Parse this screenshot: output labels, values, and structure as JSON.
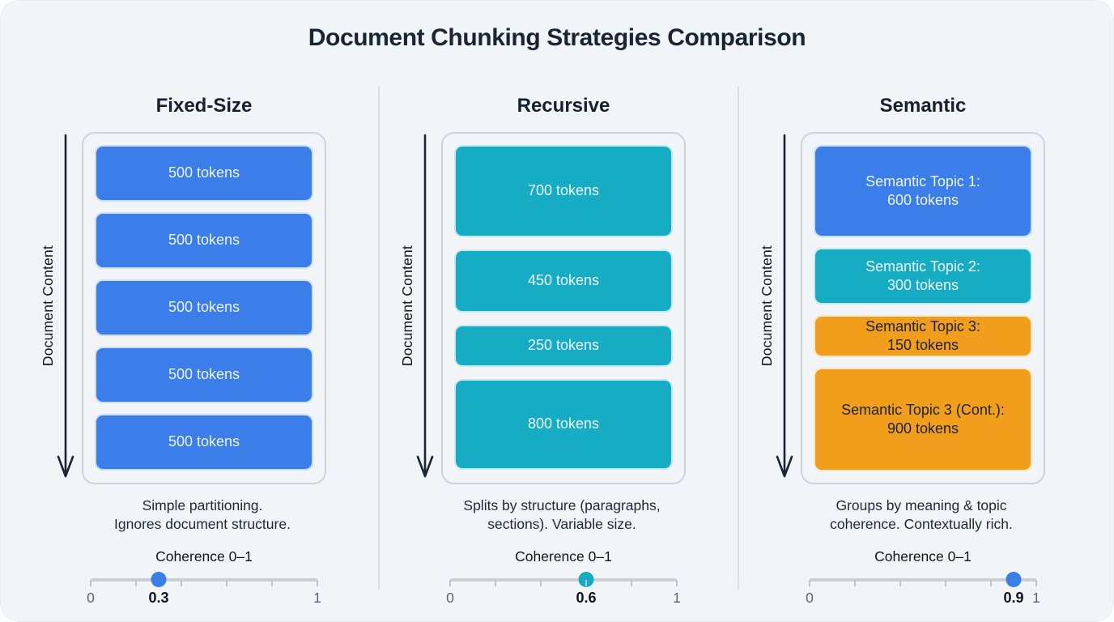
{
  "title": "Document Chunking Strategies Comparison",
  "flow_label": "Document Content",
  "colors": {
    "blue": "#3b7de9",
    "teal": "#16adc4",
    "orange": "#f09e1b",
    "panel_bg": "#f2f5f7",
    "title_color": "#1b2433",
    "arrow": "#1a2432",
    "divider": "#d9dee3",
    "track": "#c9d1d8"
  },
  "slider_ticks": [
    0,
    0.2,
    0.4,
    0.6,
    0.8,
    1
  ],
  "columns": [
    {
      "id": "fixed-size",
      "heading": "Fixed-Size",
      "gap": 13,
      "chunks": [
        {
          "label": "500 tokens",
          "color": "blue",
          "text": "light",
          "height": 70
        },
        {
          "label": "500 tokens",
          "color": "blue",
          "text": "light",
          "height": 70
        },
        {
          "label": "500 tokens",
          "color": "blue",
          "text": "light",
          "height": 70
        },
        {
          "label": "500 tokens",
          "color": "blue",
          "text": "light",
          "height": 70
        },
        {
          "label": "500 tokens",
          "color": "blue",
          "text": "light",
          "height": 70
        }
      ],
      "description": "Simple partitioning.\nIgnores document structure.",
      "slider": {
        "label": "Coherence 0–1",
        "min_label": "0",
        "max_label": "1",
        "value": 0.3,
        "value_label": "0.3",
        "thumb_color": "blue"
      }
    },
    {
      "id": "recursive",
      "heading": "Recursive",
      "gap": 15,
      "chunks": [
        {
          "label": "700 tokens",
          "color": "teal",
          "text": "light",
          "height": 114
        },
        {
          "label": "450 tokens",
          "color": "teal",
          "text": "light",
          "height": 78
        },
        {
          "label": "250 tokens",
          "color": "teal",
          "text": "light",
          "height": 52
        },
        {
          "label": "800 tokens",
          "color": "teal",
          "text": "light",
          "height": 112
        }
      ],
      "description": "Splits by structure (paragraphs,\nsections). Variable size.",
      "slider": {
        "label": "Coherence 0–1",
        "min_label": "0",
        "max_label": "1",
        "value": 0.6,
        "value_label": "0.6",
        "thumb_color": "teal"
      }
    },
    {
      "id": "semantic",
      "heading": "Semantic",
      "gap": 13,
      "chunks": [
        {
          "label": "Semantic Topic 1:\n600 tokens",
          "color": "blue",
          "text": "light",
          "height": 114
        },
        {
          "label": "Semantic Topic 2:\n300 tokens",
          "color": "teal",
          "text": "light",
          "height": 70
        },
        {
          "label": "Semantic Topic 3:\n150 tokens",
          "color": "orange",
          "text": "dark",
          "height": 52
        },
        {
          "label": "Semantic Topic 3 (Cont.):\n900 tokens",
          "color": "orange",
          "text": "dark",
          "height": 128
        }
      ],
      "description": "Groups by meaning & topic\ncoherence. Contextually rich.",
      "slider": {
        "label": "Coherence 0–1",
        "min_label": "0",
        "max_label": "1",
        "value": 0.9,
        "value_label": "0.9",
        "thumb_color": "blue"
      }
    }
  ]
}
